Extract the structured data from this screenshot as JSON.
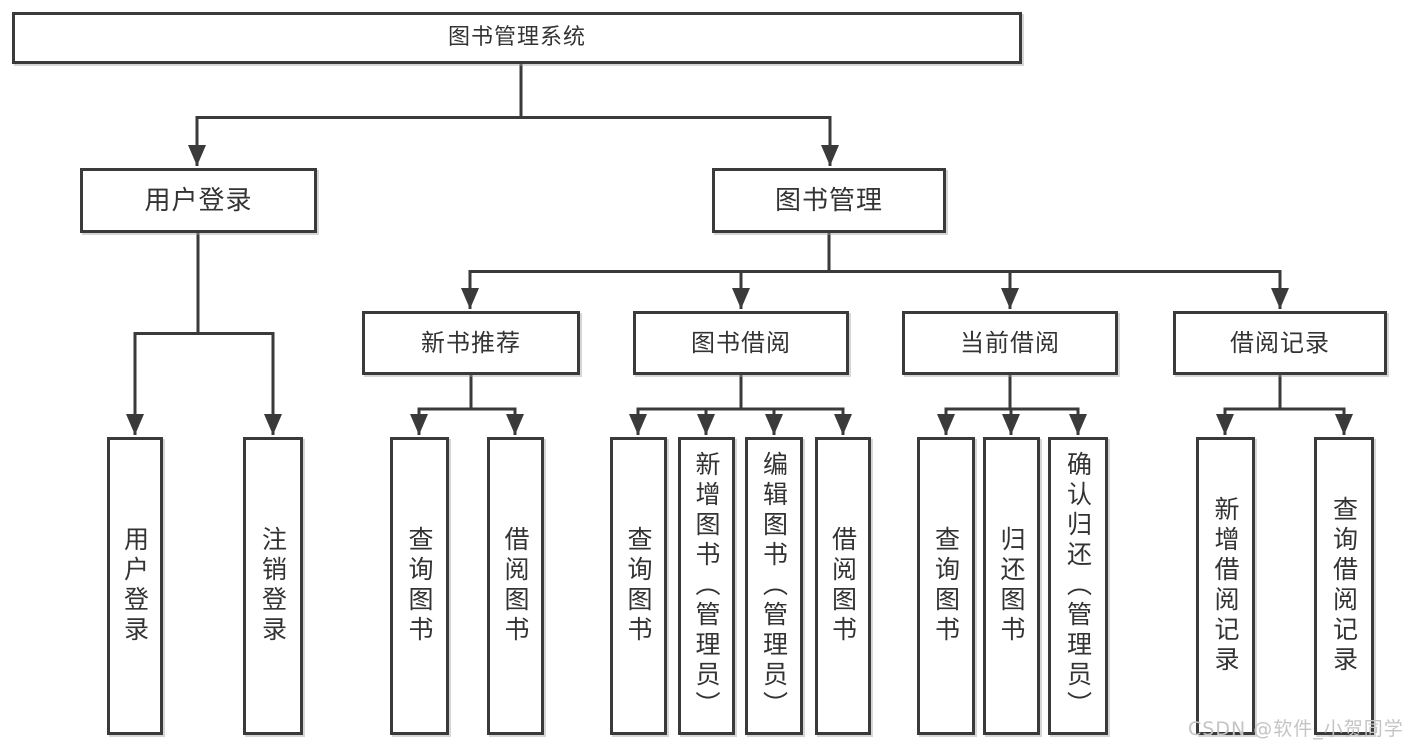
{
  "diagram_title": "图书管理系统",
  "watermark": "CSDN @软件_小贺同学",
  "colors": {
    "line": "#3a3a3a",
    "box_border": "#3a3a3a",
    "text": "#333333",
    "background": "#ffffff",
    "watermark": "#c4c4c4"
  },
  "nodes": {
    "root": {
      "label": "图书管理系统"
    },
    "l2": [
      {
        "label": "用户登录",
        "parent": "图书管理系统"
      },
      {
        "label": "图书管理",
        "parent": "图书管理系统"
      }
    ],
    "l3": [
      {
        "label": "新书推荐",
        "parent": "图书管理"
      },
      {
        "label": "图书借阅",
        "parent": "图书管理"
      },
      {
        "label": "当前借阅",
        "parent": "图书管理"
      },
      {
        "label": "借阅记录",
        "parent": "图书管理"
      }
    ],
    "l4": [
      {
        "label": "用户登录",
        "parent": "用户登录"
      },
      {
        "label": "注销登录",
        "parent": "用户登录"
      },
      {
        "label": "查询图书",
        "parent": "新书推荐"
      },
      {
        "label": "借阅图书",
        "parent": "新书推荐"
      },
      {
        "label": "查询图书",
        "parent": "图书借阅"
      },
      {
        "label": "新增图书（管理员）",
        "parent": "图书借阅"
      },
      {
        "label": "编辑图书（管理员）",
        "parent": "图书借阅"
      },
      {
        "label": "借阅图书",
        "parent": "图书借阅"
      },
      {
        "label": "查询图书",
        "parent": "当前借阅"
      },
      {
        "label": "归还图书",
        "parent": "当前借阅"
      },
      {
        "label": "确认归还（管理员）",
        "parent": "当前借阅"
      },
      {
        "label": "新增借阅记录",
        "parent": "借阅记录"
      },
      {
        "label": "查询借阅记录",
        "parent": "借阅记录"
      }
    ]
  }
}
